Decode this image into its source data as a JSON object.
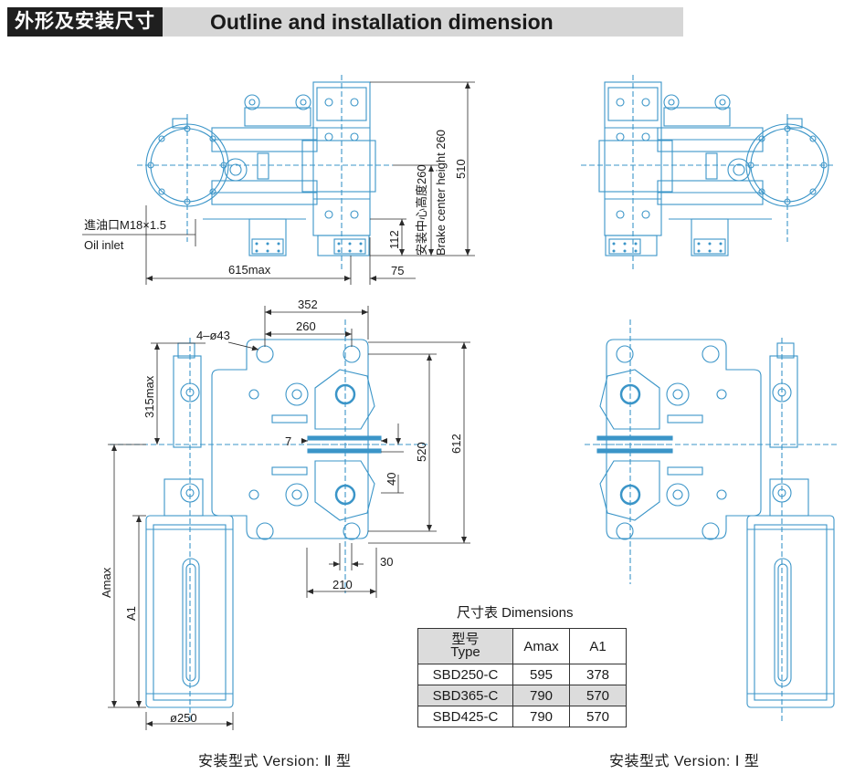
{
  "header": {
    "title_cn": "外形及安装尺寸",
    "title_en": "Outline and installation dimension"
  },
  "dimensions_top": {
    "oil_inlet_cn": "進油口M18×1.5",
    "oil_inlet_en": "Oil inlet",
    "d615": "615max",
    "d75": "75",
    "d112": "112",
    "brake_center_cn": "安装中心高度260",
    "brake_center_en": "Brake center height 260",
    "d510": "510"
  },
  "dimensions_front": {
    "d352": "352",
    "d260": "260",
    "holes": "4–ø43",
    "d315": "315max",
    "d7": "7",
    "d520": "520",
    "d612": "612",
    "d40": "40",
    "d30": "30",
    "d210": "210",
    "amax": "Amax",
    "a1": "A1",
    "d250": "ø250"
  },
  "table": {
    "title": "尺寸表 Dimensions",
    "headers": {
      "type_cn": "型号",
      "type_en": "Type",
      "amax": "Amax",
      "a1": "A1"
    },
    "rows": [
      {
        "type": "SBD250-C",
        "amax": "595",
        "a1": "378"
      },
      {
        "type": "SBD365-C",
        "amax": "790",
        "a1": "570"
      },
      {
        "type": "SBD425-C",
        "amax": "790",
        "a1": "570"
      }
    ]
  },
  "captions": {
    "left": "安装型式  Version: Ⅱ 型",
    "right": "安装型式  Version:  Ⅰ 型"
  },
  "colors": {
    "line": "#3b95c8",
    "dim": "#2a2a2a",
    "header_dark": "#1f1f1f",
    "header_light": "#d6d6d6"
  }
}
